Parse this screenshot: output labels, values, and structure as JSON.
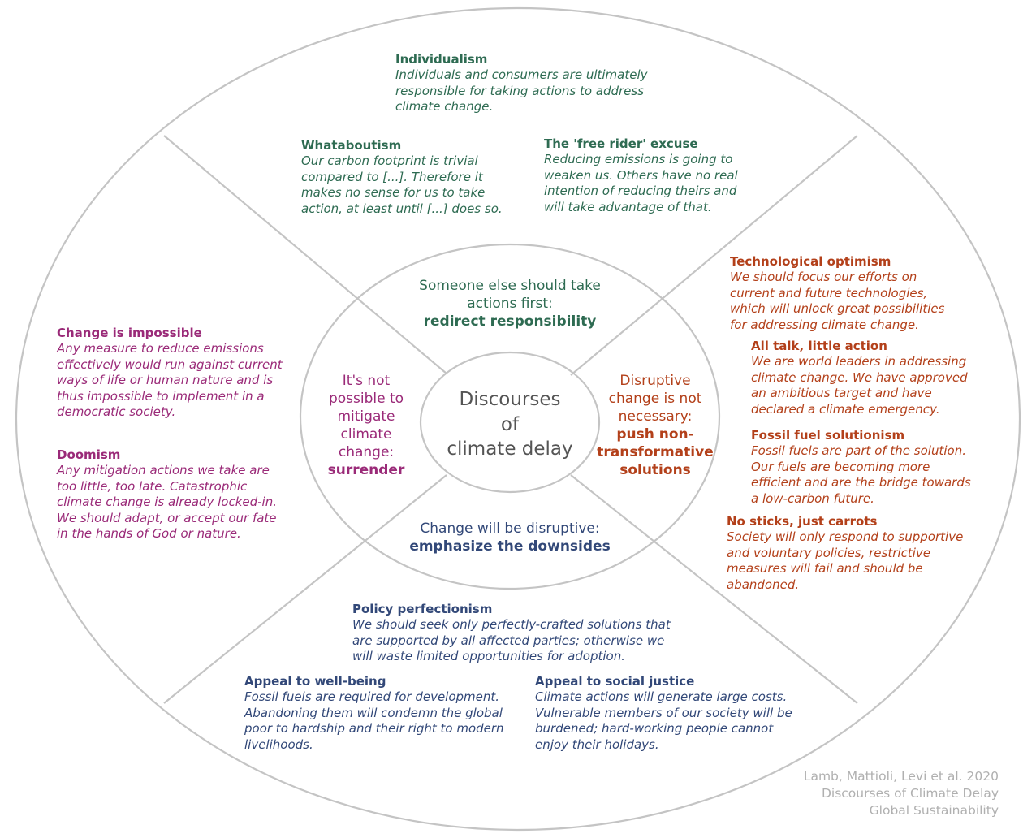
{
  "center": {
    "lines": [
      "Discourses",
      "of",
      "climate delay"
    ]
  },
  "categories": {
    "redirect": {
      "intro": [
        "Someone else should take",
        "actions first:"
      ],
      "highlight": "redirect responsibility",
      "color": "#2e6b52"
    },
    "transformative": {
      "intro": [
        "Disruptive",
        "change is not",
        "necessary:"
      ],
      "highlight": [
        "push non-",
        "transformative",
        "solutions"
      ],
      "color": "#b3401a"
    },
    "downsides": {
      "intro": "Change will be disruptive:",
      "highlight": "emphasize the downsides",
      "color": "#324878"
    },
    "surrender": {
      "intro": [
        "It's not",
        "possible to",
        "mitigate",
        "climate",
        "change:"
      ],
      "highlight": "surrender",
      "color": "#9a2a78"
    }
  },
  "discourses": {
    "individualism": {
      "title": "Individualism",
      "lines": [
        "Individuals and consumers are ultimately",
        "responsible for taking actions to address",
        "climate change."
      ]
    },
    "whataboutism": {
      "title": "Whataboutism",
      "lines": [
        "Our carbon footprint is trivial",
        "compared to [...]. Therefore it",
        "makes no sense for us to take",
        "action, at least until [...] does so."
      ]
    },
    "free_rider": {
      "title": "The 'free rider' excuse",
      "lines": [
        "Reducing emissions is going to",
        "weaken us. Others have no real",
        "intention of reducing theirs and",
        "will take advantage of that."
      ]
    },
    "tech_optimism": {
      "title": "Technological optimism",
      "lines": [
        "We should focus our efforts on",
        "current and future technologies,",
        "which will unlock great possibilities",
        "for addressing climate change."
      ]
    },
    "all_talk": {
      "title": "All talk, little action",
      "lines": [
        "We are world leaders in addressing",
        "climate change. We have approved",
        "an ambitious target and have",
        "declared a climate emergency."
      ]
    },
    "fossil_solutionism": {
      "title": "Fossil fuel solutionism",
      "lines": [
        "Fossil fuels are part of the solution.",
        "Our fuels are becoming more",
        "efficient and are the bridge towards",
        "a low-carbon future."
      ]
    },
    "no_sticks": {
      "title": "No sticks, just carrots",
      "lines": [
        "Society will only respond to supportive",
        "and voluntary policies, restrictive",
        "measures will fail and should be",
        "abandoned."
      ]
    },
    "policy_perfectionism": {
      "title": "Policy perfectionism",
      "lines": [
        "We should seek only perfectly-crafted solutions that",
        "are supported by all affected parties; otherwise we",
        "will waste limited opportunities for adoption."
      ]
    },
    "well_being": {
      "title": "Appeal to well-being",
      "lines": [
        "Fossil fuels are required for development.",
        "Abandoning them will condemn the global",
        "poor to hardship and their right to modern",
        "livelihoods."
      ]
    },
    "social_justice": {
      "title": "Appeal to social justice",
      "lines": [
        "Climate actions will generate large costs.",
        "Vulnerable members of our society will be",
        "burdened; hard-working people cannot",
        "enjoy their holidays."
      ]
    },
    "change_impossible": {
      "title": "Change is impossible",
      "lines": [
        "Any measure to reduce emissions",
        "effectively would run against current",
        "ways of life or human nature and is",
        "thus impossible to implement in a",
        "democratic society."
      ]
    },
    "doomism": {
      "title": "Doomism",
      "lines": [
        "Any mitigation actions we take are",
        "too little, too late. Catastrophic",
        "climate change is already locked-in.",
        "We should adapt, or accept our fate",
        "in the hands of God or nature."
      ]
    }
  },
  "credit": [
    "Lamb, Mattioli, Levi et al. 2020",
    "Discourses of Climate Delay",
    "Global Sustainability"
  ],
  "colors": {
    "outline": "#c4c4c4",
    "center_text": "#555555",
    "credit_text": "#b0b0b0"
  }
}
